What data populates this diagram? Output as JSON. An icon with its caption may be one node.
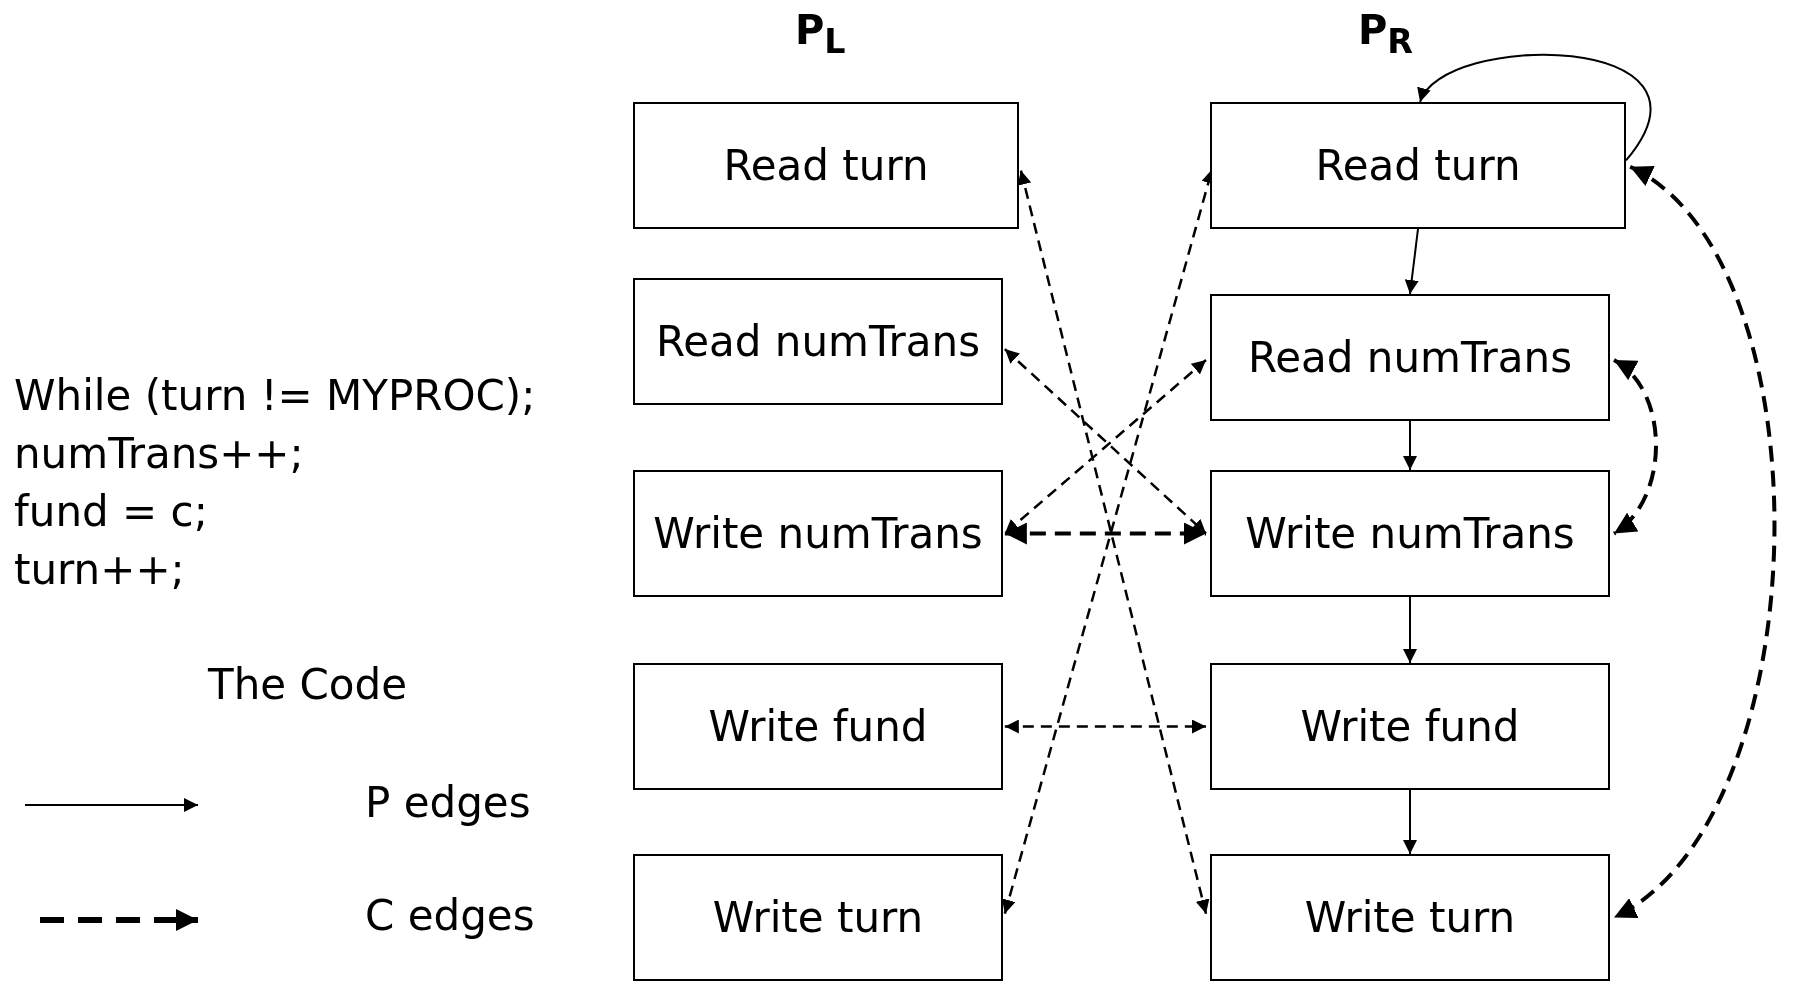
{
  "diagram": {
    "nodes": [
      {
        "text": [
          "Read turn"
        ]
      },
      {
        "text": [
          "Read numTrans"
        ]
      },
      {
        "text": [
          "Write numTrans"
        ]
      },
      {
        "text": [
          "Write fund"
        ]
      },
      {
        "text": [
          "Write turn"
        ]
      },
      {
        "text": [
          "Read turn"
        ]
      },
      {
        "text": [
          "Read numTrans"
        ]
      },
      {
        "text": [
          "Write numTrans"
        ]
      },
      {
        "text": [
          "Write fund"
        ]
      },
      {
        "text": [
          "Write turn"
        ]
      }
    ],
    "edges": [
      {
        "from": 5,
        "to": 5,
        "arrow": "to"
      },
      {
        "from": 5,
        "to": 6,
        "arrow": "to"
      },
      {
        "from": 6,
        "to": 7,
        "arrow": "to"
      },
      {
        "from": 7,
        "to": 8,
        "arrow": "to"
      },
      {
        "from": 8,
        "to": 9,
        "arrow": "to"
      },
      {
        "from": 0,
        "to": 9,
        "arrow": "both",
        "style": "dashed"
      },
      {
        "from": 4,
        "to": 5,
        "arrow": "both",
        "style": "dashed"
      },
      {
        "from": 1,
        "to": 7,
        "arrow": "both",
        "style": "dashed"
      },
      {
        "from": 6,
        "to": 2,
        "arrow": "both",
        "style": "dashed"
      },
      {
        "from": 2,
        "to": 7,
        "arrow": "both",
        "style": "dashed"
      },
      {
        "from": 3,
        "to": 8,
        "arrow": "both",
        "style": "dashed"
      },
      {
        "from": 6,
        "to": 7,
        "arrow": "both",
        "style": "dashed"
      },
      {
        "from": 5,
        "to": 9,
        "arrow": "both",
        "style": "dashed"
      }
    ],
    "labels": [
      "P$_{L}$",
      "P$_{R}$",
      "While (turn != MYPROC);",
      "numTrans++;",
      "fund = c;",
      "turn++;",
      "The Code"
    ],
    "legend": [
      {
        "text": "P edges"
      },
      {
        "text": "C edges"
      }
    ]
  }
}
